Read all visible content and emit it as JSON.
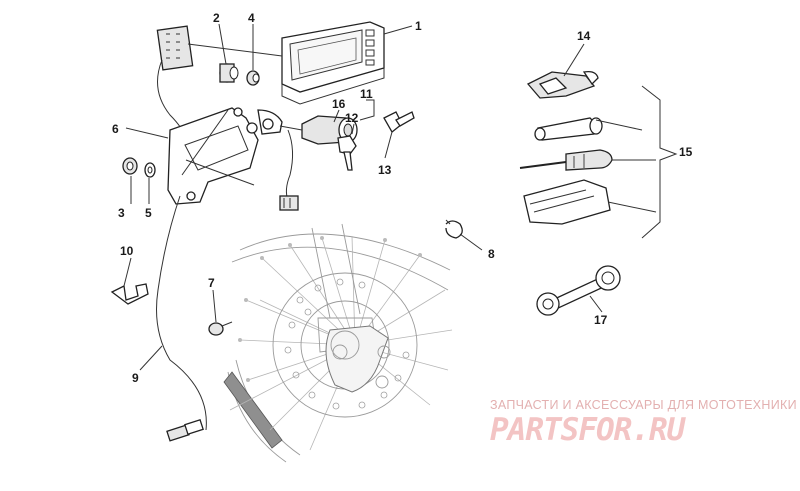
{
  "callouts": [
    "1",
    "2",
    "3",
    "4",
    "5",
    "6",
    "7",
    "8",
    "9",
    "10",
    "11",
    "12",
    "13",
    "14",
    "15",
    "16",
    "17"
  ],
  "watermark": {
    "tagline": "ЗАПЧАСТИ И АКСЕССУАРЫ ДЛЯ МОТОТЕХНИКИ",
    "logo": "PARTSFOR.RU"
  },
  "colors": {
    "line": "#222222",
    "text": "#1a1a1a",
    "watermark": "#f3c4c4",
    "background": "#ffffff"
  }
}
